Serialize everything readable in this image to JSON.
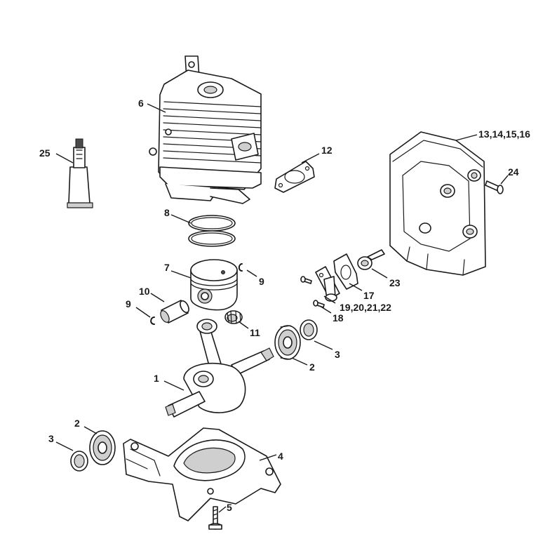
{
  "callouts": {
    "c1": "1",
    "c2a": "2",
    "c2b": "2",
    "c3a": "3",
    "c3b": "3",
    "c4": "4",
    "c5": "5",
    "c6": "6",
    "c7": "7",
    "c8": "8",
    "c9a": "9",
    "c9b": "9",
    "c10": "10",
    "c11": "11",
    "c12": "12",
    "c13": "13,14,15,16",
    "c17": "17",
    "c18": "18",
    "c19": "19,20,21,22",
    "c23": "23",
    "c24": "24",
    "c25": "25"
  }
}
